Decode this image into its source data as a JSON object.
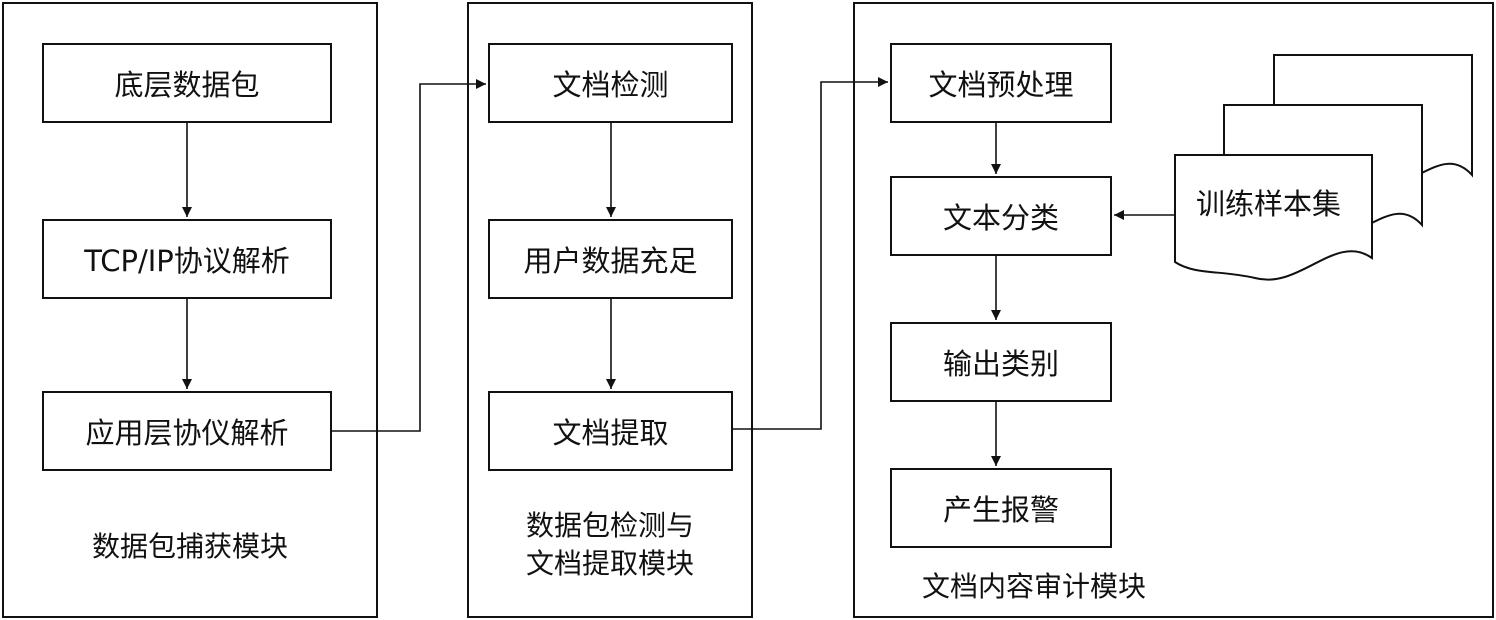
{
  "modules": {
    "capture": {
      "caption": "数据包捕获模块",
      "boxes": [
        "底层数据包",
        "TCP/IP协议解析",
        "应用层协仪解析"
      ]
    },
    "detect": {
      "caption_line1": "数据包检测与",
      "caption_line2": "文档提取模块",
      "boxes": [
        "文档检测",
        "用户数据充足",
        "文档提取"
      ]
    },
    "audit": {
      "caption": "文档内容审计模块",
      "boxes": [
        "文档预处理",
        "文本分类",
        "输出类别",
        "产生报警"
      ],
      "samples": "训练样本集"
    }
  },
  "colors": {
    "stroke": "#111111",
    "background": "#ffffff"
  }
}
